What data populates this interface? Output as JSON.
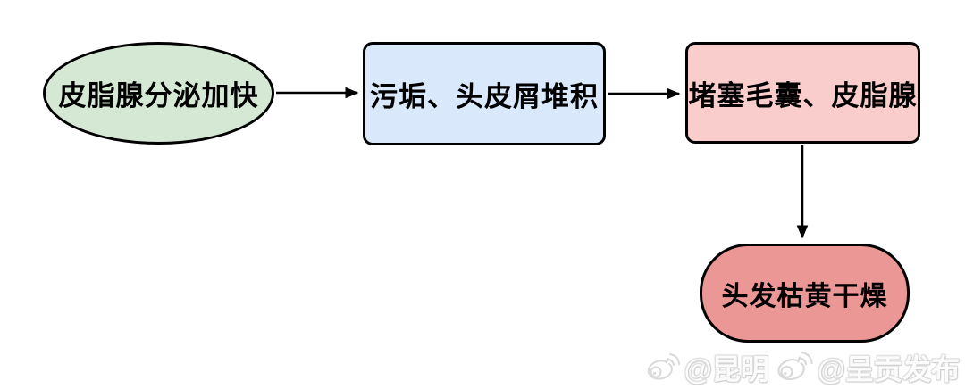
{
  "diagram": {
    "type": "flowchart",
    "background": "#ffffff",
    "nodes": [
      {
        "id": "sebaceous-secretion",
        "label": "皮脂腺分泌加快",
        "shape": "ellipse",
        "fill": "#d5e8d4",
        "border": "#000000"
      },
      {
        "id": "dirt-dandruff-buildup",
        "label": "污垢、头皮屑堆积",
        "shape": "rounded-rectangle",
        "fill": "#dae8fc",
        "border": "#000000"
      },
      {
        "id": "clogged-follicles",
        "label": "堵塞毛囊、皮脂腺",
        "shape": "rounded-rectangle",
        "fill": "#f9cdcc",
        "border": "#000000"
      },
      {
        "id": "dry-yellow-hair",
        "label": "头发枯黄干燥",
        "shape": "stadium",
        "fill": "#ea9796",
        "border": "#000000"
      }
    ],
    "edges": [
      {
        "from": "sebaceous-secretion",
        "to": "dirt-dandruff-buildup",
        "direction": "right",
        "style": "solid-arrow",
        "color": "#000000"
      },
      {
        "from": "dirt-dandruff-buildup",
        "to": "clogged-follicles",
        "direction": "right",
        "style": "solid-arrow",
        "color": "#000000"
      },
      {
        "from": "clogged-follicles",
        "to": "dry-yellow-hair",
        "direction": "down",
        "style": "solid-arrow",
        "color": "#000000"
      }
    ]
  },
  "watermark": {
    "accounts": [
      {
        "icon": "weibo-logo-icon",
        "handle": "@昆明"
      },
      {
        "icon": "weibo-logo-icon",
        "handle": "@呈贡发布"
      }
    ]
  }
}
